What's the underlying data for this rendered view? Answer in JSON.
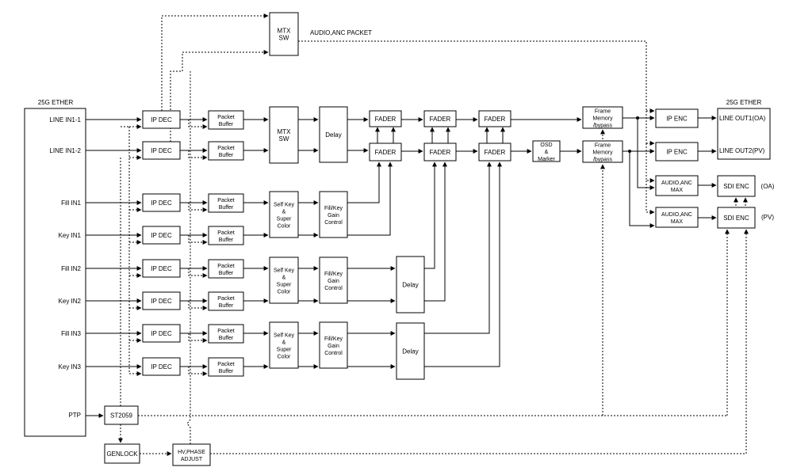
{
  "ether_title": "25G ETHER",
  "inputs": [
    "LINE IN1-1",
    "LINE IN1-2",
    "Fill IN1",
    "Key IN1",
    "Fill IN2",
    "Key IN2",
    "Fill IN3",
    "Key IN3"
  ],
  "ptp": "PTP",
  "ip_dec": "IP DEC",
  "packet_buffer": [
    "Packet",
    "Buffer"
  ],
  "mtx_sw": [
    "MTX",
    "SW"
  ],
  "delay": "Delay",
  "fader": "FADER",
  "self_key": [
    "Self Key",
    "&",
    "Super",
    "Color"
  ],
  "fill_key_gain": [
    "Fill/Key",
    "Gain",
    "Control"
  ],
  "osd": [
    "OSD",
    "&",
    "Marker"
  ],
  "frame_memory": [
    "Frame",
    "Memory",
    "/bypass"
  ],
  "ip_enc": "IP ENC",
  "audio_anc_max": [
    "AUDIO,ANC",
    "MAX"
  ],
  "sdi_enc": "SDI ENC",
  "audio_anc_packet": "AUDIO,ANC PACKET",
  "out_ether_title": "25G ETHER",
  "outputs": [
    "LINE OUT1(OA)",
    "LINE OUT2(PV)"
  ],
  "sdi_labels": [
    "(OA)",
    "(PV)"
  ],
  "st2059": "ST2059",
  "genlock": "GENLOCK",
  "hv_phase": [
    "HV,PHASE",
    "ADJUST"
  ]
}
